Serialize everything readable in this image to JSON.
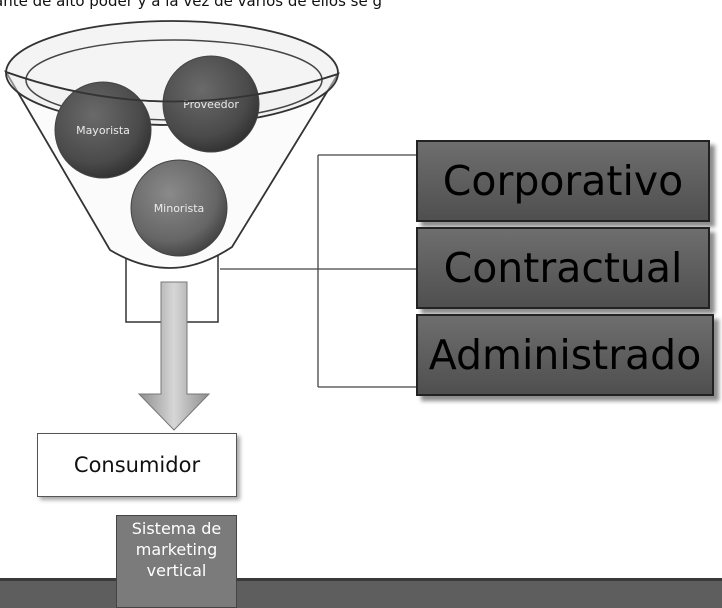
{
  "caption_fragment": "ante de alto poder y a la vez de varios de ellos se g",
  "funnel": {
    "members": [
      "Mayorista",
      "Proveedor",
      "Minorista"
    ]
  },
  "categories": [
    "Corporativo",
    "Contractual",
    "Administrado"
  ],
  "consumer": "Consumidor",
  "system_label": [
    "Sistema de",
    "marketing",
    "vertical"
  ],
  "colors": {
    "category_fill": "#5e5e5e",
    "circle_fill": "#6f6f6f",
    "arrow_fill": "#bdbdbd",
    "bar_fill": "#5e5e5e"
  }
}
